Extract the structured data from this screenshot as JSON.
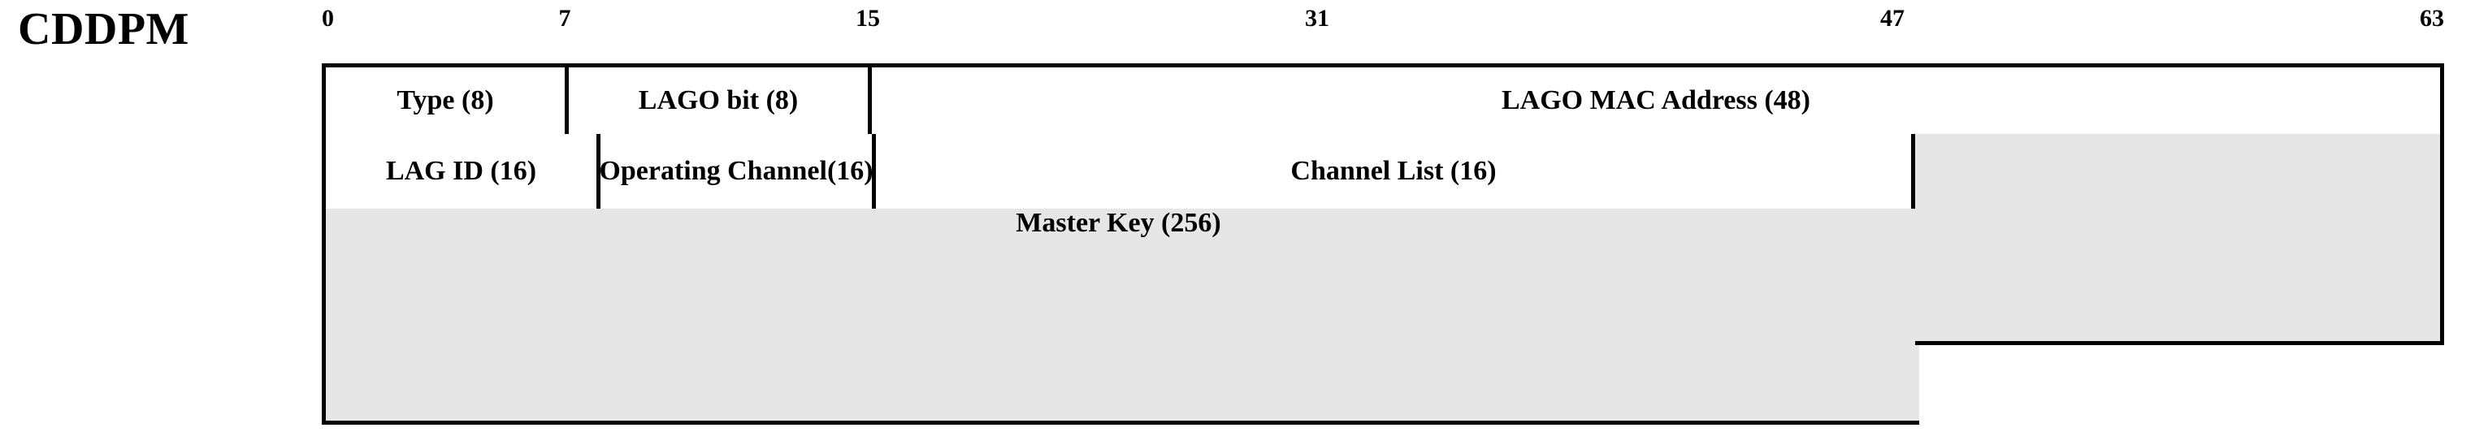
{
  "diagram": {
    "frame_label": "CDDPM",
    "bit_ruler": {
      "ticks": [
        {
          "label": "0",
          "bit": 0
        },
        {
          "label": "7",
          "bit": 7
        },
        {
          "label": "15",
          "bit": 15
        },
        {
          "label": "31",
          "bit": 31
        },
        {
          "label": "47",
          "bit": 47
        },
        {
          "label": "63",
          "bit": 63
        }
      ],
      "bits_per_row": 64
    },
    "colors": {
      "border": "#000000",
      "shaded_fill": "#e6e6e6",
      "plain_fill": "#ffffff",
      "text": "#000000"
    },
    "rows": [
      {
        "index": 0,
        "fields": [
          {
            "label": "Type (8)",
            "bits": 8,
            "shaded": false
          },
          {
            "label": "LAGO bit (8)",
            "bits": 8,
            "shaded": false
          },
          {
            "label": "LAGO MAC Address (48)",
            "bits": 48,
            "shaded": false
          }
        ]
      },
      {
        "index": 1,
        "fields": [
          {
            "label": "LAG ID (16)",
            "bits": 16,
            "shaded": false
          },
          {
            "label": "Operating Channel(16)",
            "bits": 16,
            "shaded": false
          },
          {
            "label": "Channel List (16)",
            "bits": 16,
            "shaded": false
          },
          {
            "label": "",
            "bits": 16,
            "shaded": true
          }
        ]
      },
      {
        "index": 2,
        "fields": [
          {
            "label": "Master Key (256)",
            "bits": 256,
            "shaded": true
          }
        ]
      }
    ]
  }
}
